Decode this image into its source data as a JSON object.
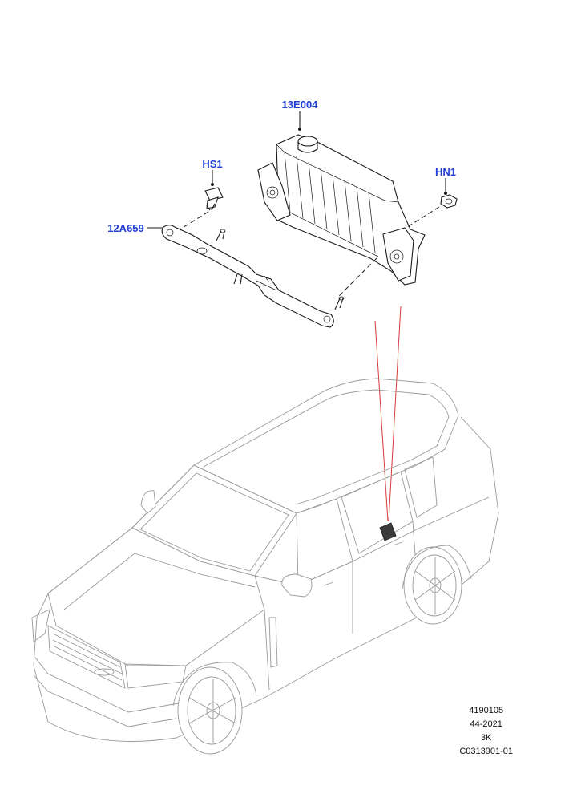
{
  "callouts": {
    "module": "13E004",
    "bolt": "HS1",
    "nut": "HN1",
    "bracket": "12A659"
  },
  "footer": {
    "line1": "4190105",
    "line2": "44-2021",
    "line3": "3K",
    "line4": "C0313901-01"
  },
  "colors": {
    "callout": "#1f3fd6",
    "leader_red": "#d83a3a"
  }
}
